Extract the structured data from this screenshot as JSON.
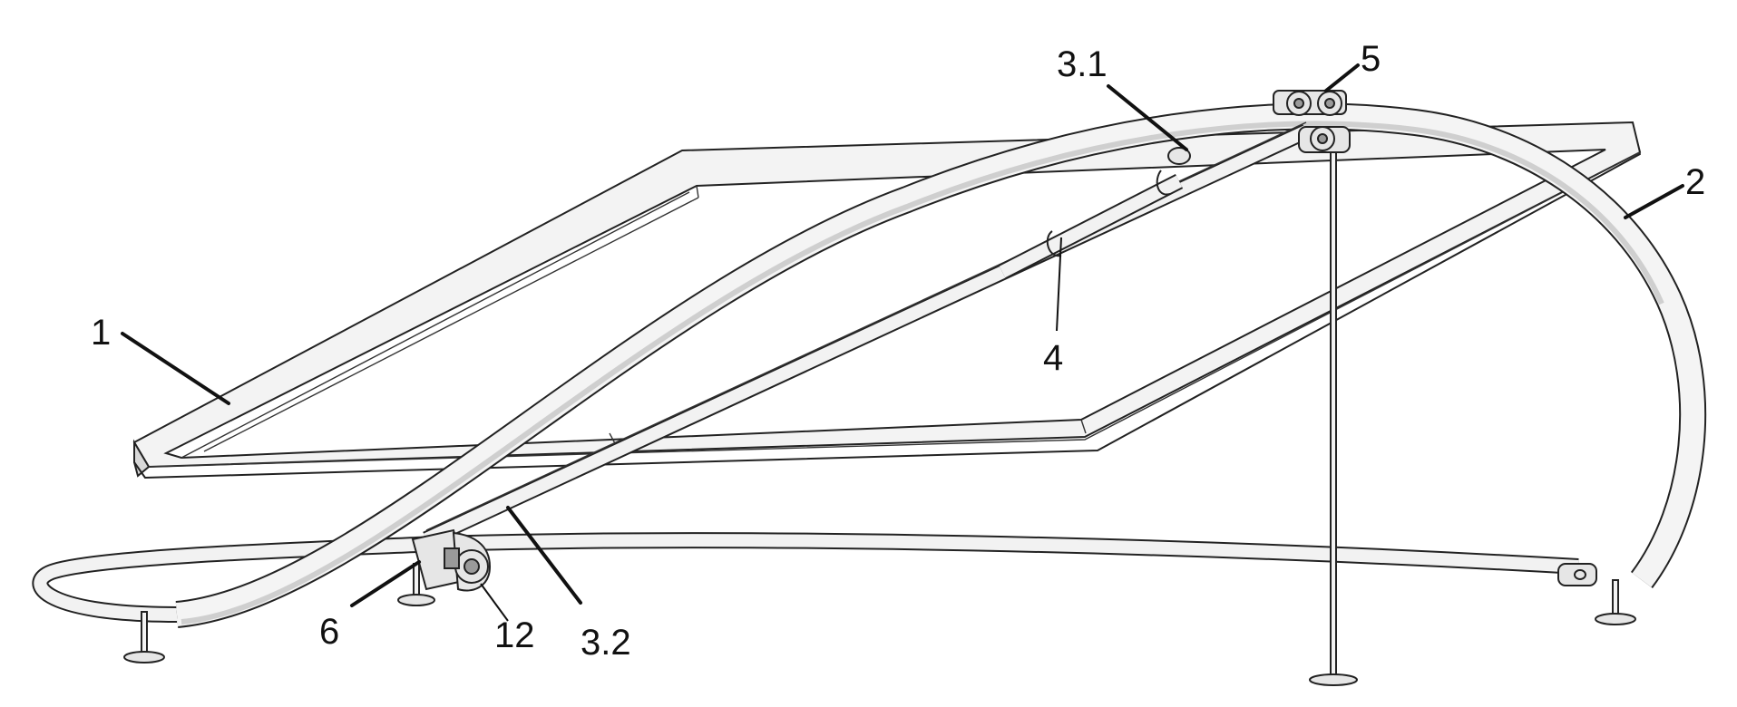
{
  "figure": {
    "labels": {
      "panel": "1",
      "frame_track": "2",
      "arm_upper": "3.1",
      "arm_lower": "3.2",
      "actuator": "4",
      "roller_carriage": "5",
      "drive_unit": "6",
      "motor": "12"
    }
  },
  "colors": {
    "line": "#222222",
    "fill_light": "#eeeeee",
    "background": "#ffffff"
  }
}
